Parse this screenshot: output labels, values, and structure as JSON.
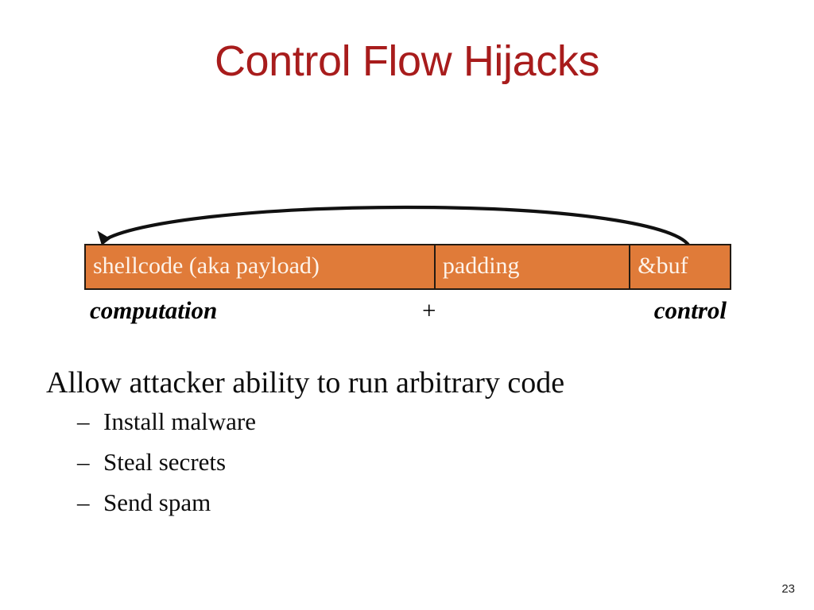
{
  "slide": {
    "title": "Control Flow Hijacks",
    "page_number": "23",
    "title_color": "#a81c1c",
    "accent_color": "#e07b39",
    "border_color": "#231a12",
    "text_color": "#0d0d0d"
  },
  "diagram": {
    "name": "buffer-layout",
    "arrow_label": "overflow-redirect-arrow",
    "cells": [
      {
        "label": "shellcode (aka payload)",
        "role": "computation"
      },
      {
        "label": "padding",
        "role": "filler"
      },
      {
        "label": "&buf",
        "role": "control"
      }
    ],
    "semantics": {
      "left": "computation",
      "operator": "+",
      "right": "control"
    }
  },
  "body": {
    "main_bullet": "Allow attacker ability to run arbitrary code",
    "sub_bullets": [
      {
        "dash": "–",
        "text": "Install malware"
      },
      {
        "dash": "–",
        "text": "Steal secrets"
      },
      {
        "dash": "–",
        "text": "Send spam"
      }
    ]
  }
}
